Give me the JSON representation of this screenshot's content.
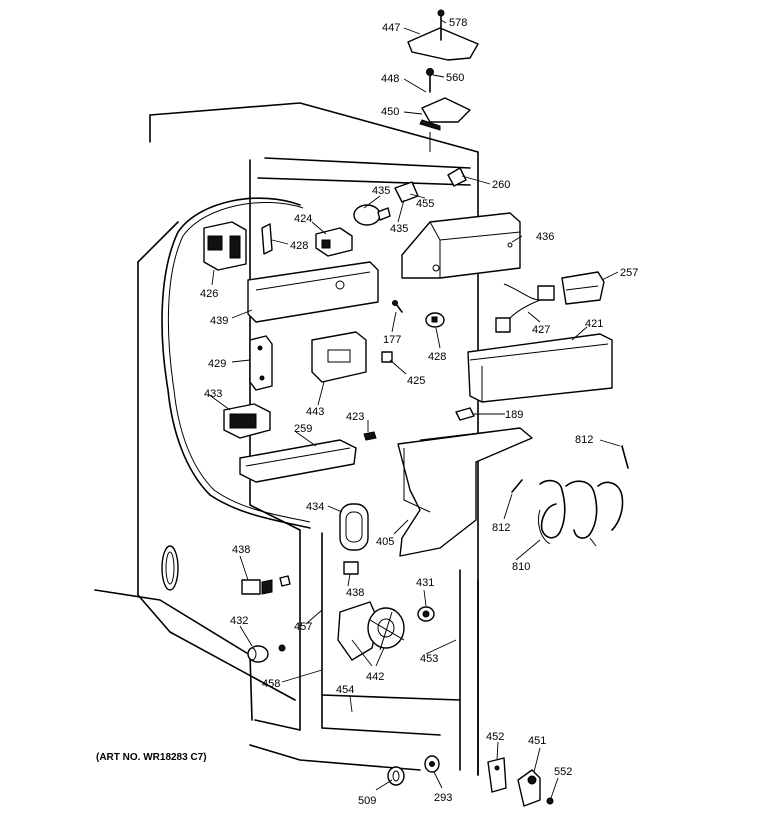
{
  "art_number": "(ART NO. WR18283 C7)",
  "callouts": {
    "c447": "447",
    "c578": "578",
    "c448": "448",
    "c560": "560",
    "c450": "450",
    "c260": "260",
    "c435a": "435",
    "c455": "455",
    "c435b": "435",
    "c436": "436",
    "c424": "424",
    "c428a": "428",
    "c426": "426",
    "c257": "257",
    "c439": "439",
    "c177": "177",
    "c428b": "428",
    "c427": "427",
    "c421": "421",
    "c429": "429",
    "c425": "425",
    "c443": "443",
    "c189": "189",
    "c433": "433",
    "c423": "423",
    "c259": "259",
    "c812a": "812",
    "c434": "434",
    "c405": "405",
    "c812b": "812",
    "c810": "810",
    "c438a": "438",
    "c438b": "438",
    "c431": "431",
    "c432": "432",
    "c457": "457",
    "c442": "442",
    "c453": "453",
    "c458": "458",
    "c454": "454",
    "c452": "452",
    "c451": "451",
    "c552": "552",
    "c509": "509",
    "c293": "293"
  }
}
